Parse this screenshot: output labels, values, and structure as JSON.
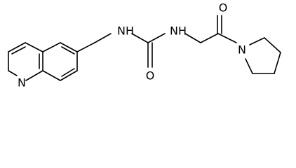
{
  "structure": {
    "atoms": {
      "isoquinoline_n": "N",
      "urea_nh_left": "NH",
      "urea_nh_right": "NH",
      "urea_o": "O",
      "ketone_o": "O",
      "pyrrolidine_n": "N"
    }
  },
  "colors": {
    "bond": "#000000",
    "background": "#ffffff"
  }
}
